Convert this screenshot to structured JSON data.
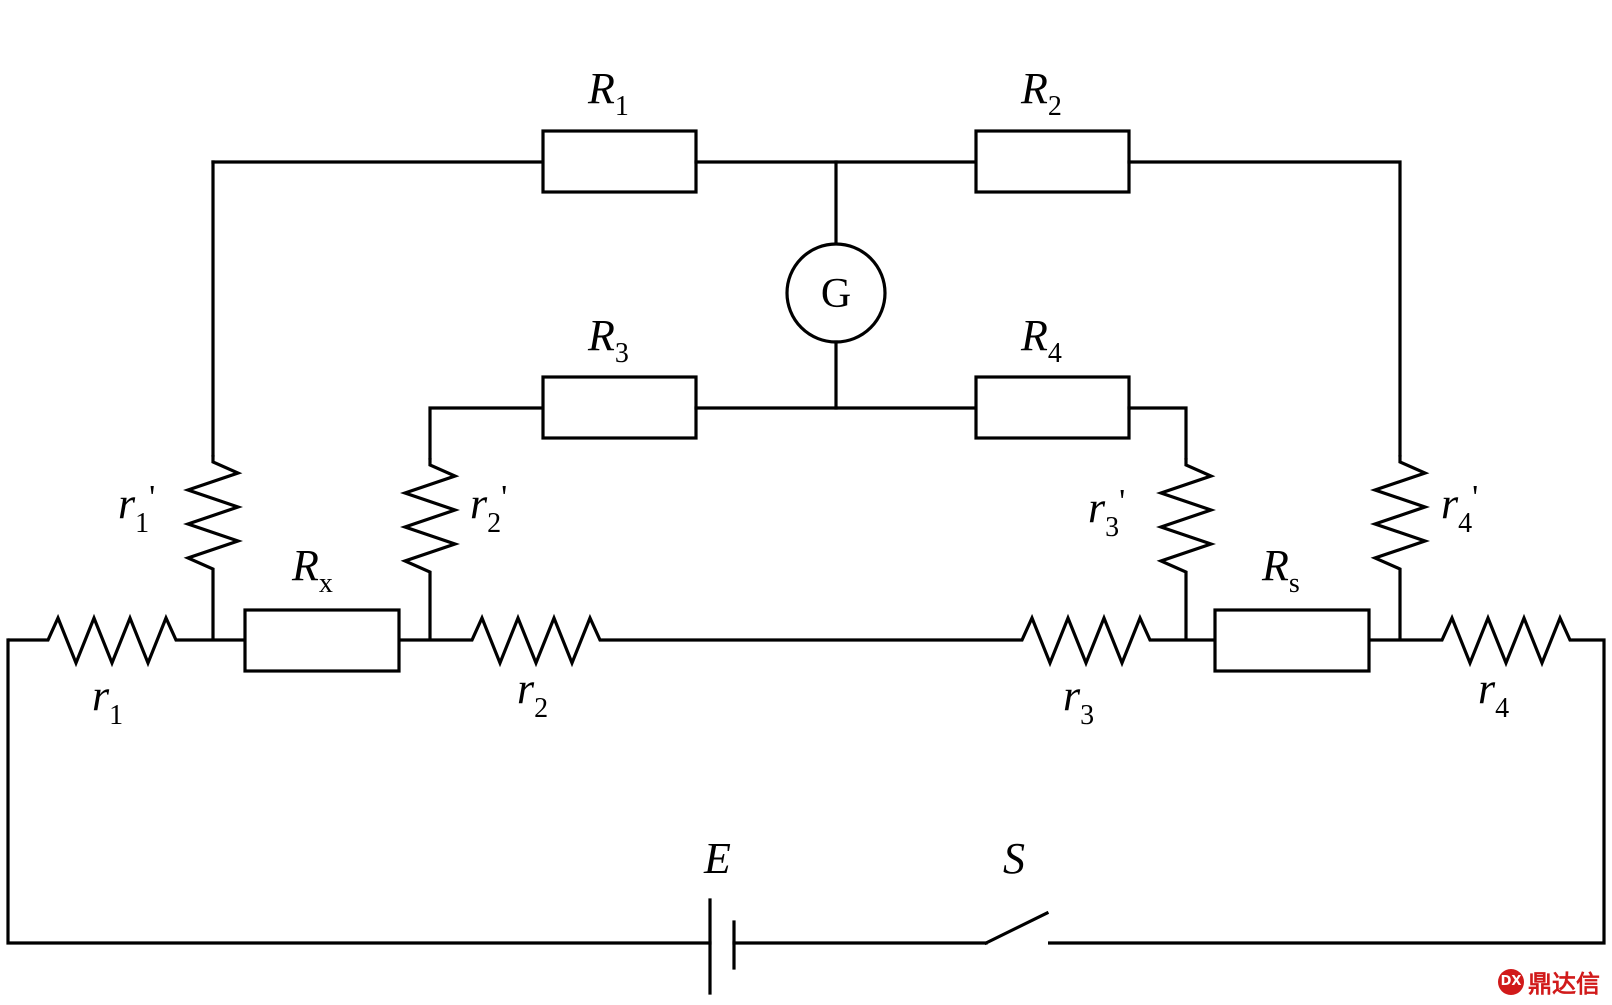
{
  "labels": {
    "R1": {
      "main": "R",
      "sub": "1"
    },
    "R2": {
      "main": "R",
      "sub": "2"
    },
    "R3": {
      "main": "R",
      "sub": "3"
    },
    "R4": {
      "main": "R",
      "sub": "4"
    },
    "Rx": {
      "main": "R",
      "sub": "x"
    },
    "Rs": {
      "main": "R",
      "sub": "s"
    },
    "r1": {
      "main": "r",
      "sub": "1"
    },
    "r2": {
      "main": "r",
      "sub": "2"
    },
    "r3": {
      "main": "r",
      "sub": "3"
    },
    "r4": {
      "main": "r",
      "sub": "4"
    },
    "r1p": {
      "main": "r",
      "sub": "1",
      "prime": "'"
    },
    "r2p": {
      "main": "r",
      "sub": "2",
      "prime": "'"
    },
    "r3p": {
      "main": "r",
      "sub": "3",
      "prime": "'"
    },
    "r4p": {
      "main": "r",
      "sub": "4",
      "prime": "'"
    },
    "galvanometer": "G",
    "emf": "E",
    "switch": "S"
  },
  "watermark": {
    "badge": "DX",
    "text": "鼎达信"
  }
}
